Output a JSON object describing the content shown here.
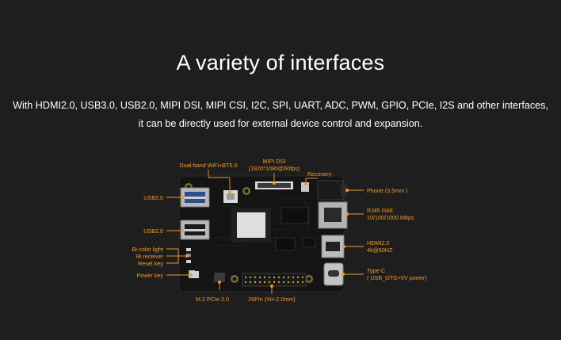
{
  "title": "A variety of interfaces",
  "subtitle": {
    "line1": "With HDMI2.0, USB3.0, USB2.0, MIPI DSI, MIPI CSI, I2C, SPI, UART, ADC, PWM, GPIO, PCIe, I2S and other interfaces,",
    "line2": "it can be directly used for external device control and expansion."
  },
  "labels": {
    "usb3": "USB3.0",
    "usb2": "USB2.0",
    "bicolor": "Bi-color light",
    "ir": "IR receiver",
    "reset": "Reset key",
    "power": "Power key",
    "wifi": "Dual-band WiFi+BT5.0",
    "mipi_dsi_1": "MIPI DSI",
    "mipi_dsi_2": "(1920*1080@60fps)",
    "recovery": "Recovery",
    "phone": "Phone (3.5mm )",
    "rj45_1": "RJ45 GbE",
    "rj45_2": "10/100/1000 Mbps",
    "hdmi_1": "HDMI2.0",
    "hdmi_2": "4k@60HZ",
    "typec_1": "Type-C",
    "typec_2": "( USB_OTG+5V power)",
    "m2": "M.2 PCIe 2.0",
    "pin26": "26Pin (XH-2.0mm)"
  },
  "colors": {
    "accent": "#f39a2c",
    "background": "#1c1c1c",
    "board": "#141414"
  }
}
